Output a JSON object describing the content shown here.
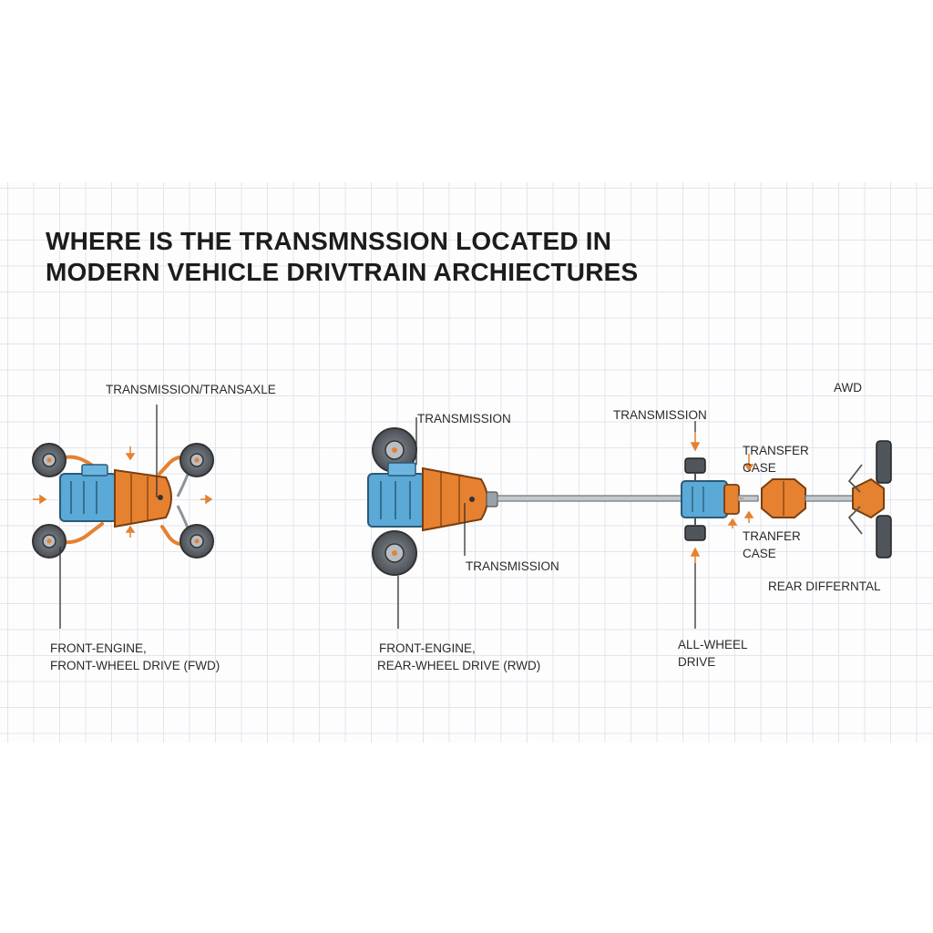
{
  "title": {
    "line1": "WHERE IS THE TRANSMNSSION LOCATED IN",
    "line2": "MODERN VEHICLE DRIVTRAIN ARCHIECTURES"
  },
  "fwd": {
    "label_transaxle": "TRANSMISSION/TRANSAXLE",
    "caption_line1": "FRONT-ENGINE,",
    "caption_line2": "FRONT-WHEEL DRIVE (FWD)"
  },
  "rwd": {
    "label_top": "TRANSMISSION",
    "label_bottom": "TRANSMISSION",
    "caption_line1": "FRONT-ENGINE,",
    "caption_line2": "REAR-WHEEL DRIVE (RWD)"
  },
  "awd": {
    "badge": "AWD",
    "label_transmission": "TRANSMISSION",
    "transfer_case_1_line1": "TRANSFER",
    "transfer_case_1_line2": "CASE",
    "transfer_case_2_line1": "TRANFER",
    "transfer_case_2_line2": "CASE",
    "rear_differential": "REAR DIFFERNTAL",
    "caption_line1": "ALL-WHEEL",
    "caption_line2": "DRIVE"
  },
  "colors": {
    "engine_blue": "#5aa9d6",
    "transmission_orange": "#e6812f",
    "wheel_dark": "#555a60",
    "shaft_gray": "#9aa1a8",
    "leader_line": "#333333"
  }
}
